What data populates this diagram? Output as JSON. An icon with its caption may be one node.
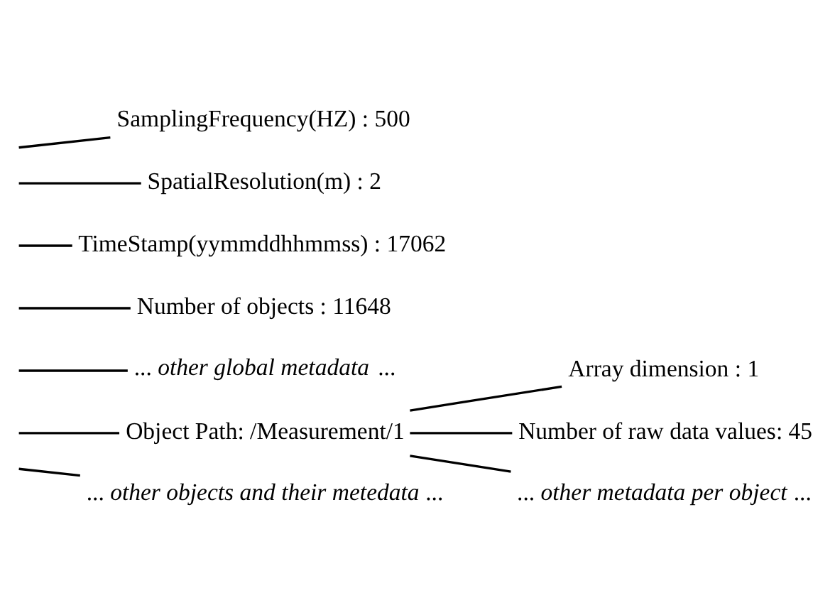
{
  "diagram": {
    "nodes": [
      {
        "text": [
          "SamplingFrequency(HZ) : 500"
        ]
      },
      {
        "text": [
          "SpatialResolution(m) : 2"
        ]
      },
      {
        "text": [
          "TimeStamp(yymmddhhmmss) : 17062"
        ]
      },
      {
        "text": [
          "Number of objects : 11648"
        ]
      },
      {
        "text": [
          "... *other global metadata* ..."
        ]
      },
      {
        "text": [
          "Object Path: /Measurement/1"
        ]
      },
      {
        "text": [
          "Array dimension : 1"
        ]
      },
      {
        "text": [
          "Number of raw data values: 45"
        ]
      },
      {
        "text": [
          "... *other metadata per object* ..."
        ]
      },
      {
        "text": [
          "... *other objects and their metedata* ..."
        ]
      }
    ],
    "edges": [
      {
        "from": null,
        "to": 0,
        "arrow": "none"
      },
      {
        "from": null,
        "to": 1,
        "arrow": "none"
      },
      {
        "from": null,
        "to": 2,
        "arrow": "none"
      },
      {
        "from": null,
        "to": 3,
        "arrow": "none"
      },
      {
        "from": null,
        "to": 4,
        "arrow": "none"
      },
      {
        "from": null,
        "to": 5,
        "arrow": "none"
      },
      {
        "from": 5,
        "to": 6,
        "arrow": "none"
      },
      {
        "from": 5,
        "to": 7,
        "arrow": "none"
      },
      {
        "from": 5,
        "to": 8,
        "arrow": "none"
      },
      {
        "from": null,
        "to": 9,
        "arrow": "none"
      }
    ]
  }
}
